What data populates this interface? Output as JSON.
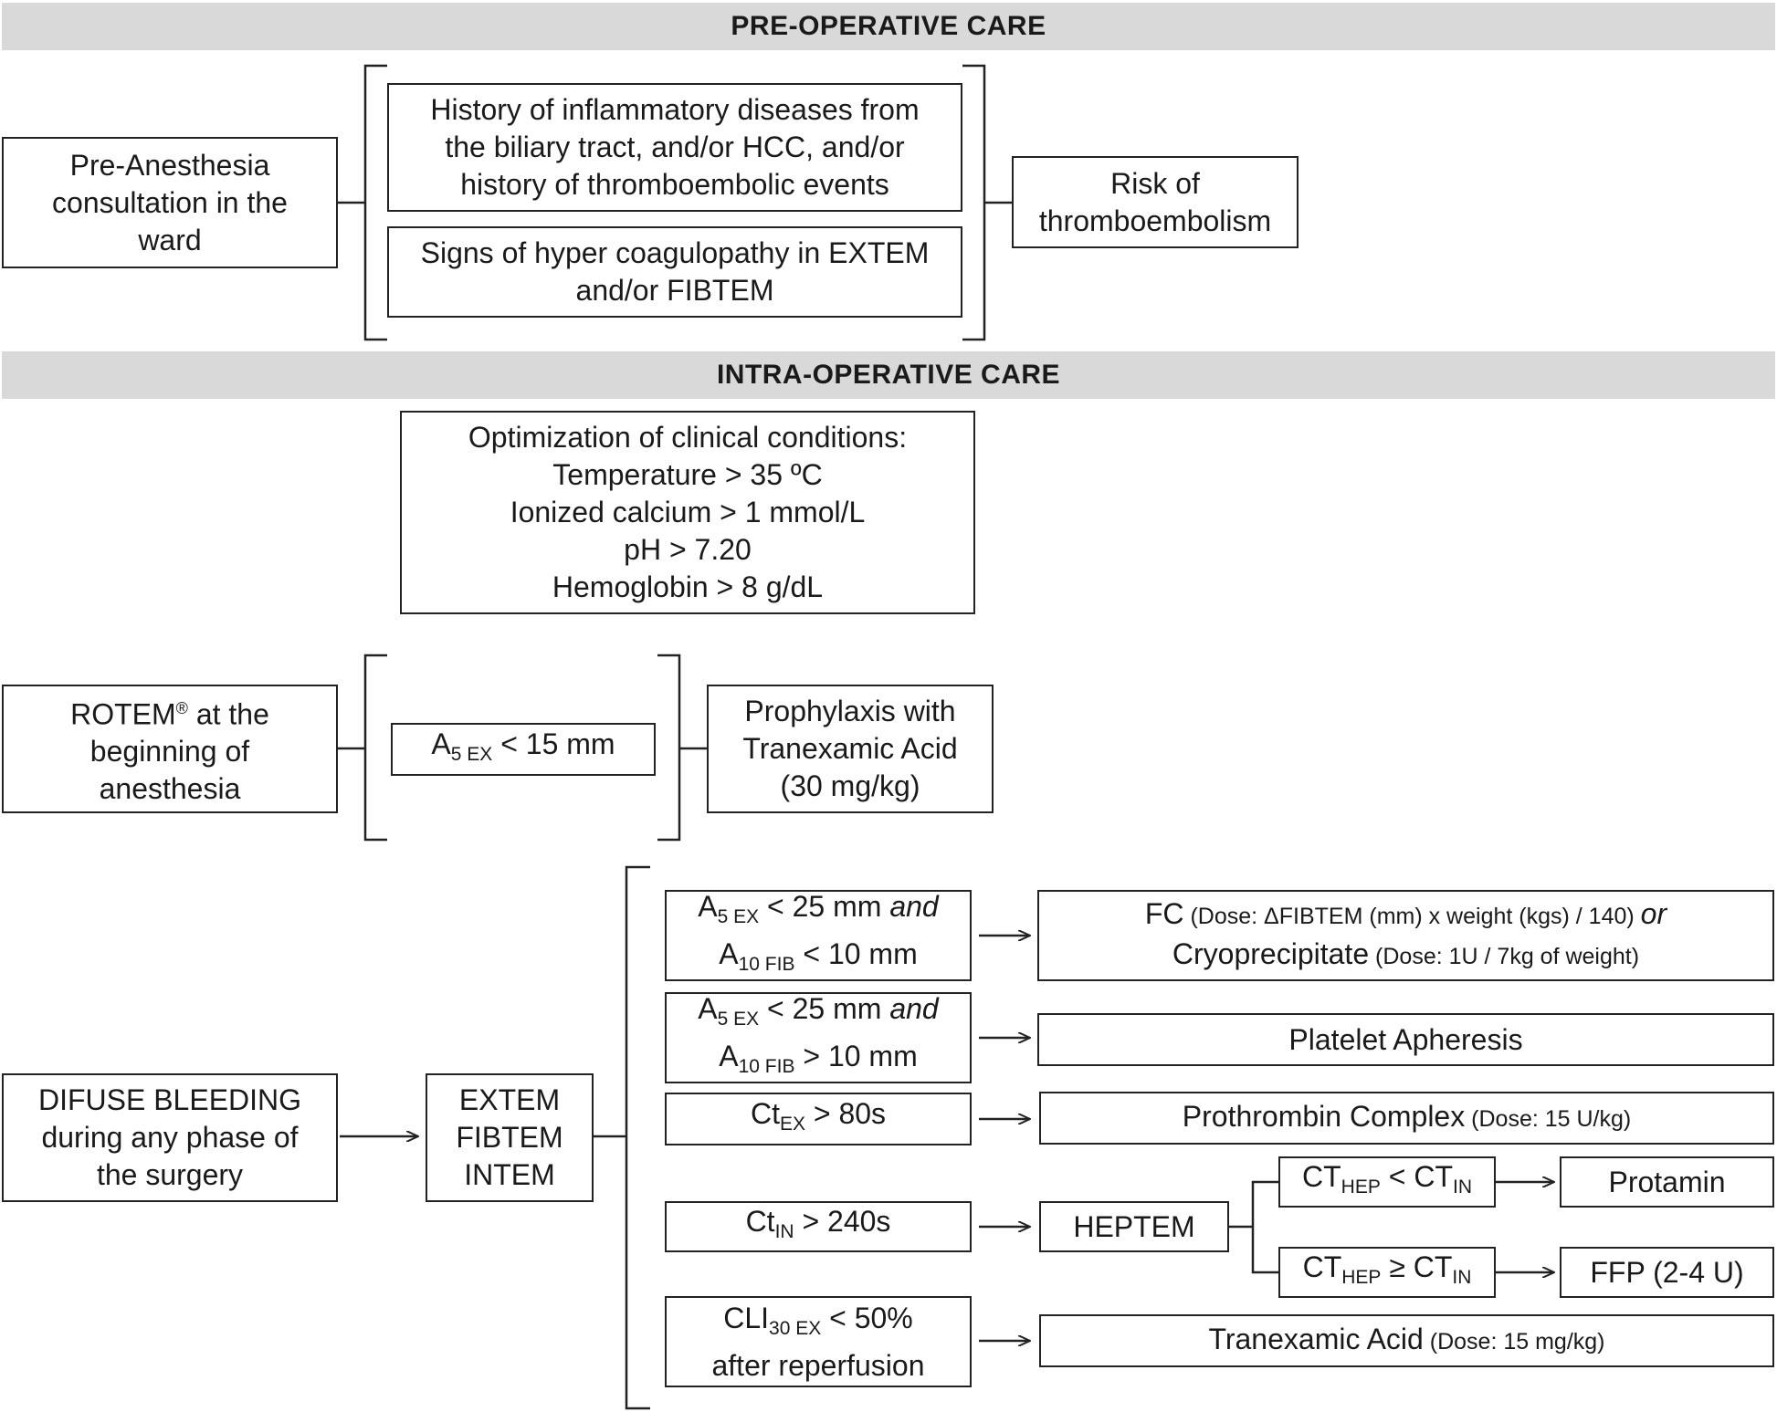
{
  "sections": {
    "pre_title": "PRE-OPERATIVE CARE",
    "intra_title": "INTRA-OPERATIVE CARE"
  },
  "pre": {
    "consult_lines": [
      "Pre-Anesthesia",
      "consultation in the",
      "ward"
    ],
    "history_lines": [
      "History of inflammatory diseases from",
      "the biliary tract, and/or HCC, and/or",
      "history of thromboembolic events"
    ],
    "signs_lines": [
      "Signs of hyper coagulopathy in EXTEM",
      "and/or FIBTEM"
    ],
    "risk_lines": [
      "Risk of",
      "thromboembolism"
    ]
  },
  "optim": {
    "lines": [
      "Optimization of clinical conditions:",
      "Temperature > 35 ºC",
      "Ionized calcium > 1 mmol/L",
      "pH > 7.20",
      "Hemoglobin > 8 g/dL"
    ]
  },
  "rotem": {
    "lines": [
      "ROTEM",
      "®",
      " at the",
      "beginning of",
      "anesthesia"
    ],
    "a5_main": "A",
    "a5_sub": "5 EX",
    "a5_rest": " < 15 mm",
    "proph_lines": [
      "Prophylaxis with",
      "Tranexamic Acid",
      "(30 mg/kg)"
    ]
  },
  "bleeding": {
    "lines": [
      "DIFUSE BLEEDING",
      "during any phase of",
      "the surgery"
    ],
    "tests_lines": [
      "EXTEM",
      "FIBTEM",
      "INTEM"
    ]
  },
  "conditions": {
    "c1": {
      "a": "A",
      "a_sub": "5 EX",
      "a_rest": " < 25 mm ",
      "and": "and",
      "b": "A",
      "b_sub": "10 FIB",
      "b_rest": " < 10 mm"
    },
    "c2": {
      "a": "A",
      "a_sub": "5 EX",
      "a_rest": " < 25 mm ",
      "and": "and",
      "b": "A",
      "b_sub": "10 FIB",
      "b_rest": " > 10 mm"
    },
    "c3": {
      "main": "Ct",
      "sub": "EX",
      "rest": " > 80s"
    },
    "c4": {
      "main": "Ct",
      "sub": "IN",
      "rest": " > 240s"
    },
    "c5": {
      "main": "CLI",
      "sub": "30 EX",
      "rest": " < 50%",
      "line2": "after reperfusion"
    }
  },
  "actions": {
    "fc_main": "FC",
    "fc_dose": " (Dose: ΔFIBTEM (mm) x weight (kgs) / 140) ",
    "fc_or": "or",
    "cryo_main": "Cryoprecipitate",
    "cryo_dose": " (Dose: 1U / 7kg of weight)",
    "platelet": "Platelet Apheresis",
    "pcc_main": "Prothrombin Complex",
    "pcc_dose": " (Dose: 15 U/kg)",
    "heptem": "HEPTEM",
    "hep1": {
      "a": "CT",
      "a_sub": "HEP",
      "op": " < ",
      "b": "CT",
      "b_sub": "IN"
    },
    "hep2": {
      "a": "CT",
      "a_sub": "HEP",
      "op": " ≥ ",
      "b": "CT",
      "b_sub": "IN"
    },
    "protamin": "Protamin",
    "ffp": "FFP (2-4 U)",
    "txa_main": "Tranexamic Acid",
    "txa_dose": " (Dose: 15 mg/kg)"
  }
}
